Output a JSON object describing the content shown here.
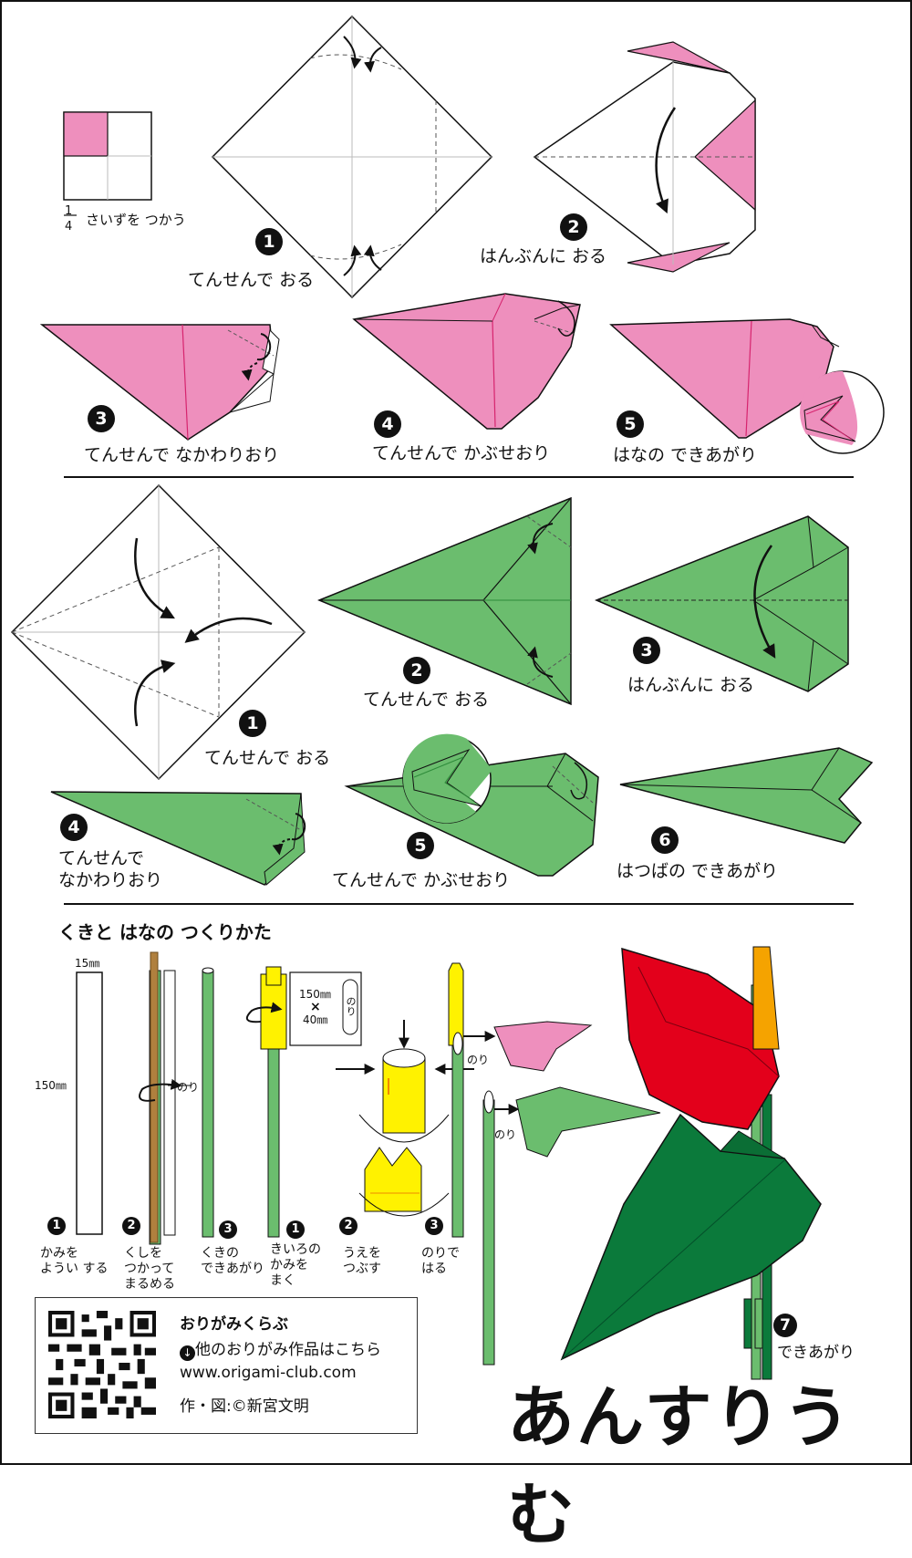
{
  "quarter_label": {
    "num": "1",
    "den": "4",
    "text": "さいずを つかう"
  },
  "flower": {
    "steps": [
      {
        "n": "1",
        "text": "てんせんで おる"
      },
      {
        "n": "2",
        "text": "はんぶんに おる"
      },
      {
        "n": "3",
        "text": "てんせんで なかわりおり"
      },
      {
        "n": "4",
        "text": "てんせんで かぶせおり"
      },
      {
        "n": "5",
        "text": "はなの できあがり"
      }
    ]
  },
  "leaf": {
    "steps": [
      {
        "n": "1",
        "text": "てんせんで おる"
      },
      {
        "n": "2",
        "text": "てんせんで おる"
      },
      {
        "n": "3",
        "text": "はんぶんに おる"
      },
      {
        "n": "4",
        "line1": "てんせんで",
        "line2": "なかわりおり"
      },
      {
        "n": "5",
        "text": "てんせんで かぶせおり"
      },
      {
        "n": "6",
        "text": "はつばの できあがり"
      }
    ]
  },
  "stem": {
    "heading": "くきと はなの つくりかた",
    "dim_width": "15㎜",
    "dim_height": "150㎜",
    "paper_size": {
      "a": "150㎜",
      "x": "×",
      "b": "40㎜"
    },
    "glue": "のり",
    "steps": [
      {
        "n": "1",
        "line1": "かみを",
        "line2": "ようい する"
      },
      {
        "n": "2",
        "line1": "くしを",
        "line2": "つかって",
        "line3": "まるめる"
      },
      {
        "n": "3",
        "line1": "くきの",
        "line2": "できあがり"
      }
    ],
    "steps2": [
      {
        "n": "1",
        "line1": "きいろの",
        "line2": "かみを",
        "line3": "まく"
      },
      {
        "n": "2",
        "line1": "うえを",
        "line2": "つぶす"
      },
      {
        "n": "3",
        "line1": "のりで",
        "line2": "はる"
      }
    ]
  },
  "final": {
    "n": "7",
    "text": "できあがり"
  },
  "info": {
    "site": "おりがみくらぶ",
    "link_icon": "down-arrow-icon",
    "link": "他のおりがみ作品はこちら",
    "url": "www.origami-club.com",
    "credit": "作・図:©新宮文明"
  },
  "title": "あんすりうむ",
  "colors": {
    "pink": "#ee8fbd",
    "pink_line": "#d6246e",
    "green": "#6bbd6e",
    "green_line": "#2e8b3a",
    "dark_green": "#0b7a3b",
    "red": "#e3001b",
    "yellow": "#fff200",
    "orange": "#f5a300",
    "stick": "#b0803e"
  }
}
